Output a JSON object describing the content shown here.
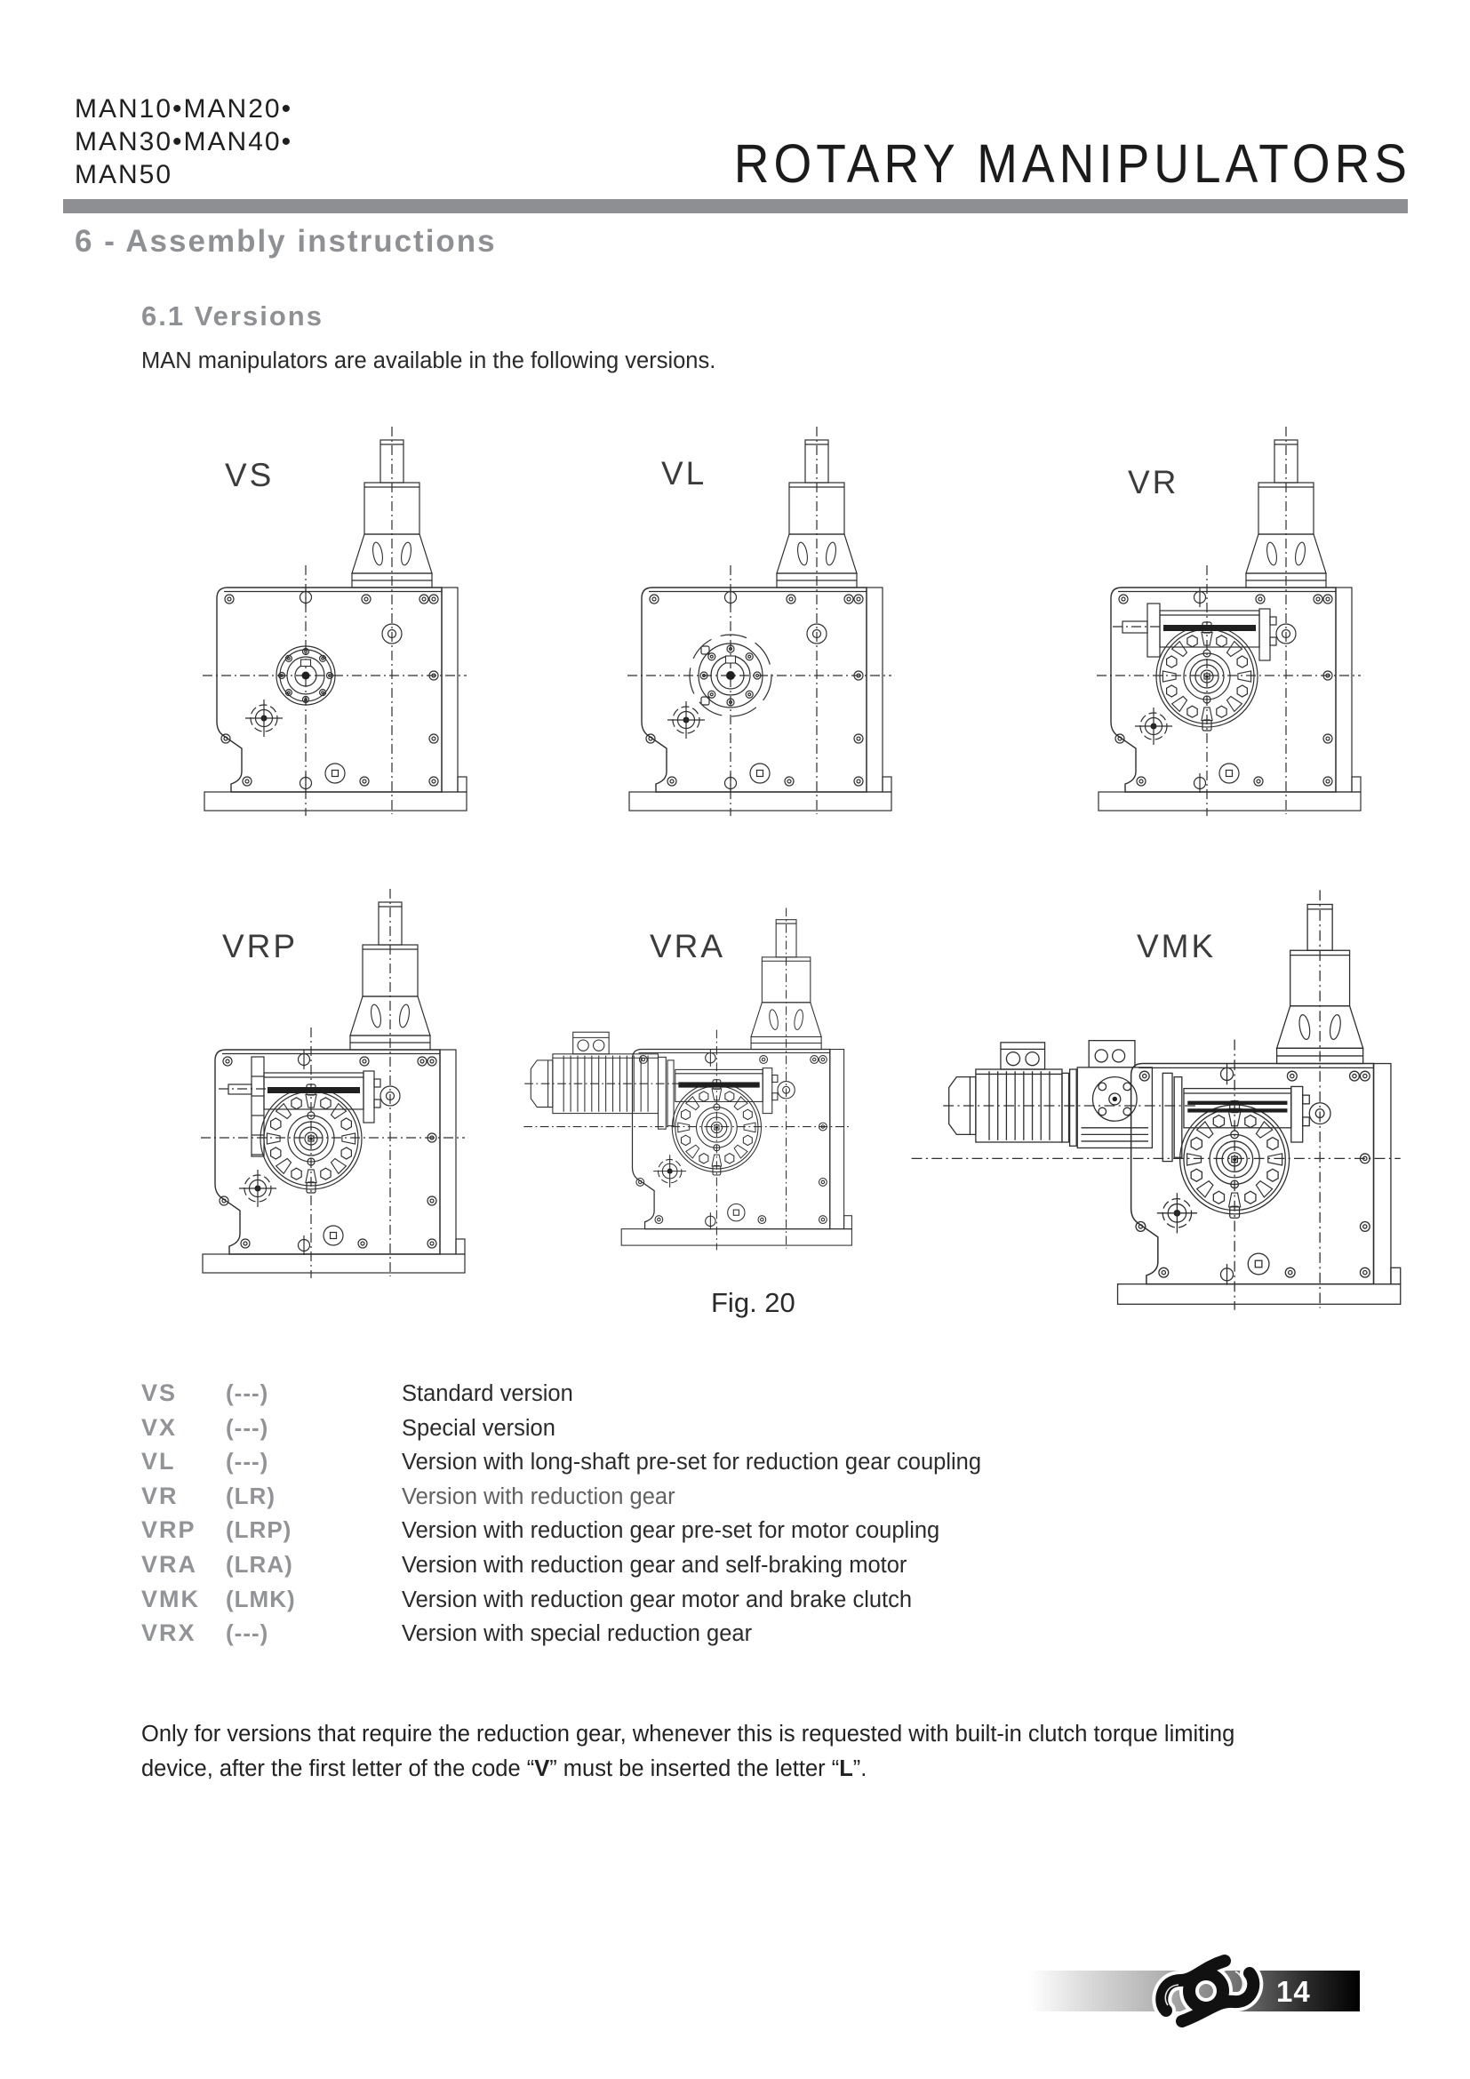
{
  "header": {
    "models_lines": [
      "MAN10•MAN20•",
      "MAN30•MAN40•",
      "MAN50"
    ],
    "title": "ROTARY MANIPULATORS"
  },
  "section": {
    "heading": "6 - Assembly instructions"
  },
  "subsection": {
    "heading": "6.1 Versions"
  },
  "intro": "MAN manipulators are available in the following versions.",
  "figure": {
    "caption": "Fig. 20",
    "diagrams": [
      {
        "id": "vs",
        "label": "VS",
        "variant": "standard"
      },
      {
        "id": "vl",
        "label": "VL",
        "variant": "long-shaft"
      },
      {
        "id": "vr",
        "label": "VR",
        "variant": "reducer"
      },
      {
        "id": "vrp",
        "label": "VRP",
        "variant": "reducer-preset"
      },
      {
        "id": "vra",
        "label": "VRA",
        "variant": "reducer-motor"
      },
      {
        "id": "vmk",
        "label": "VMK",
        "variant": "reducer-motor-brake"
      }
    ]
  },
  "legend": {
    "rows": [
      {
        "code": "VS",
        "bracket": "(---)",
        "description": "Standard version",
        "muted": false
      },
      {
        "code": "VX",
        "bracket": "(---)",
        "description": "Special version",
        "muted": false
      },
      {
        "code": "VL",
        "bracket": "(---)",
        "description": "Version with long-shaft pre-set for reduction gear coupling",
        "muted": false
      },
      {
        "code": "VR",
        "bracket": "(LR)",
        "description": "Version with reduction gear",
        "muted": true
      },
      {
        "code": "VRP",
        "bracket": "(LRP)",
        "description": "Version with reduction gear pre-set for motor coupling",
        "muted": false
      },
      {
        "code": "VRA",
        "bracket": "(LRA)",
        "description": "Version with reduction gear and self-braking motor",
        "muted": false
      },
      {
        "code": "VMK",
        "bracket": "(LMK)",
        "description": "Version with reduction gear motor and brake clutch",
        "muted": false
      },
      {
        "code": "VRX",
        "bracket": "(---)",
        "description": "Version with special reduction gear",
        "muted": false
      }
    ]
  },
  "note": {
    "lines": [
      [
        {
          "text": "Only for versions that require the reduction gear, whenever this is requested with built-in clutch torque limiting",
          "bold": false
        }
      ],
      [
        {
          "text": "device, after the first letter of the code “",
          "bold": false
        },
        {
          "text": "V",
          "bold": true
        },
        {
          "text": "” must be inserted the letter “",
          "bold": false
        },
        {
          "text": "L",
          "bold": true
        },
        {
          "text": "”.",
          "bold": false
        }
      ]
    ]
  },
  "footer": {
    "page_number": "14",
    "logo_icon": "rope-knot-logo"
  }
}
